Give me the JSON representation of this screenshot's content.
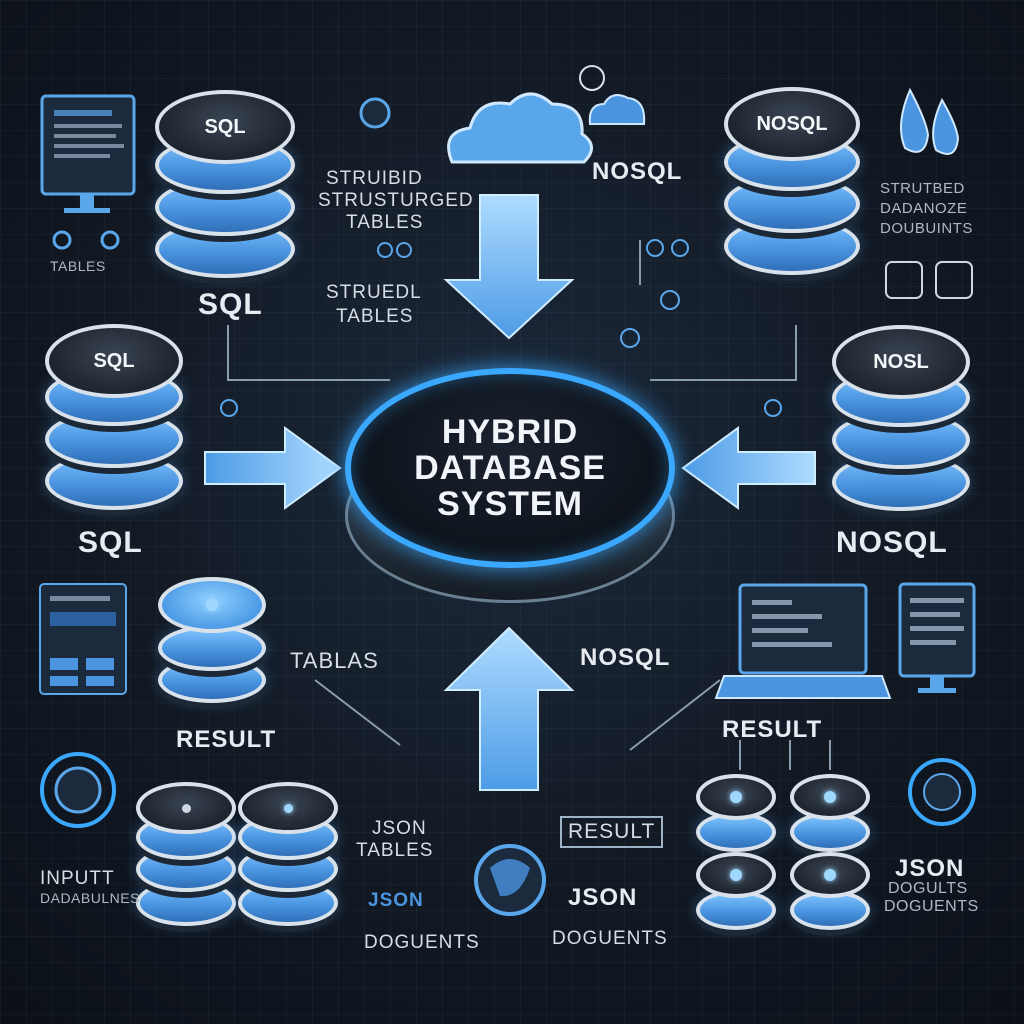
{
  "hub": {
    "line1": "HYBRID",
    "line2": "DATABASE",
    "line3": "SYSTEM"
  },
  "databases": {
    "sql_top": "SQL",
    "sql_left": "SQL",
    "nosql_top": "NOSQL",
    "nosql_right": "NOSL"
  },
  "labels": {
    "sql_under_top": "SQL",
    "sql_under_left": "SQL",
    "nosql_under_right": "NOSQL",
    "nosql_cloud": "NOSQL",
    "tables_monitor": "TABLES",
    "struct1_a": "STRUIBID",
    "struct1_b": "STRUSTURGED",
    "struct1_c": "TABLES",
    "struct2_a": "STRUEDL",
    "struct2_b": "TABLES",
    "right_top_a": "STRUTBED",
    "right_top_b": "DADANOZE",
    "right_top_c": "DOUBUINTS",
    "tablas": "TABLAS",
    "nosql_mid": "NOSQL",
    "result_left": "RESULT",
    "result_right": "RESULT",
    "result_center": "RESULT",
    "json_tables_a": "JSON",
    "json_tables_b": "TABLES",
    "json_docs_a": "JSON",
    "json_docs_b": "DOGUENTS",
    "json_right_a": "JSON",
    "json_right_b": "DOGULTS",
    "json_right_c": "DOGUENTS",
    "input_a": "INPUTT",
    "input_b": "DADABULNES",
    "jsn_a": "JSON",
    "jsn_b": "DOGUENTS"
  },
  "colors": {
    "accent": "#3aa8ff",
    "disk_blue": "#4a94e0",
    "background": "#121923"
  }
}
